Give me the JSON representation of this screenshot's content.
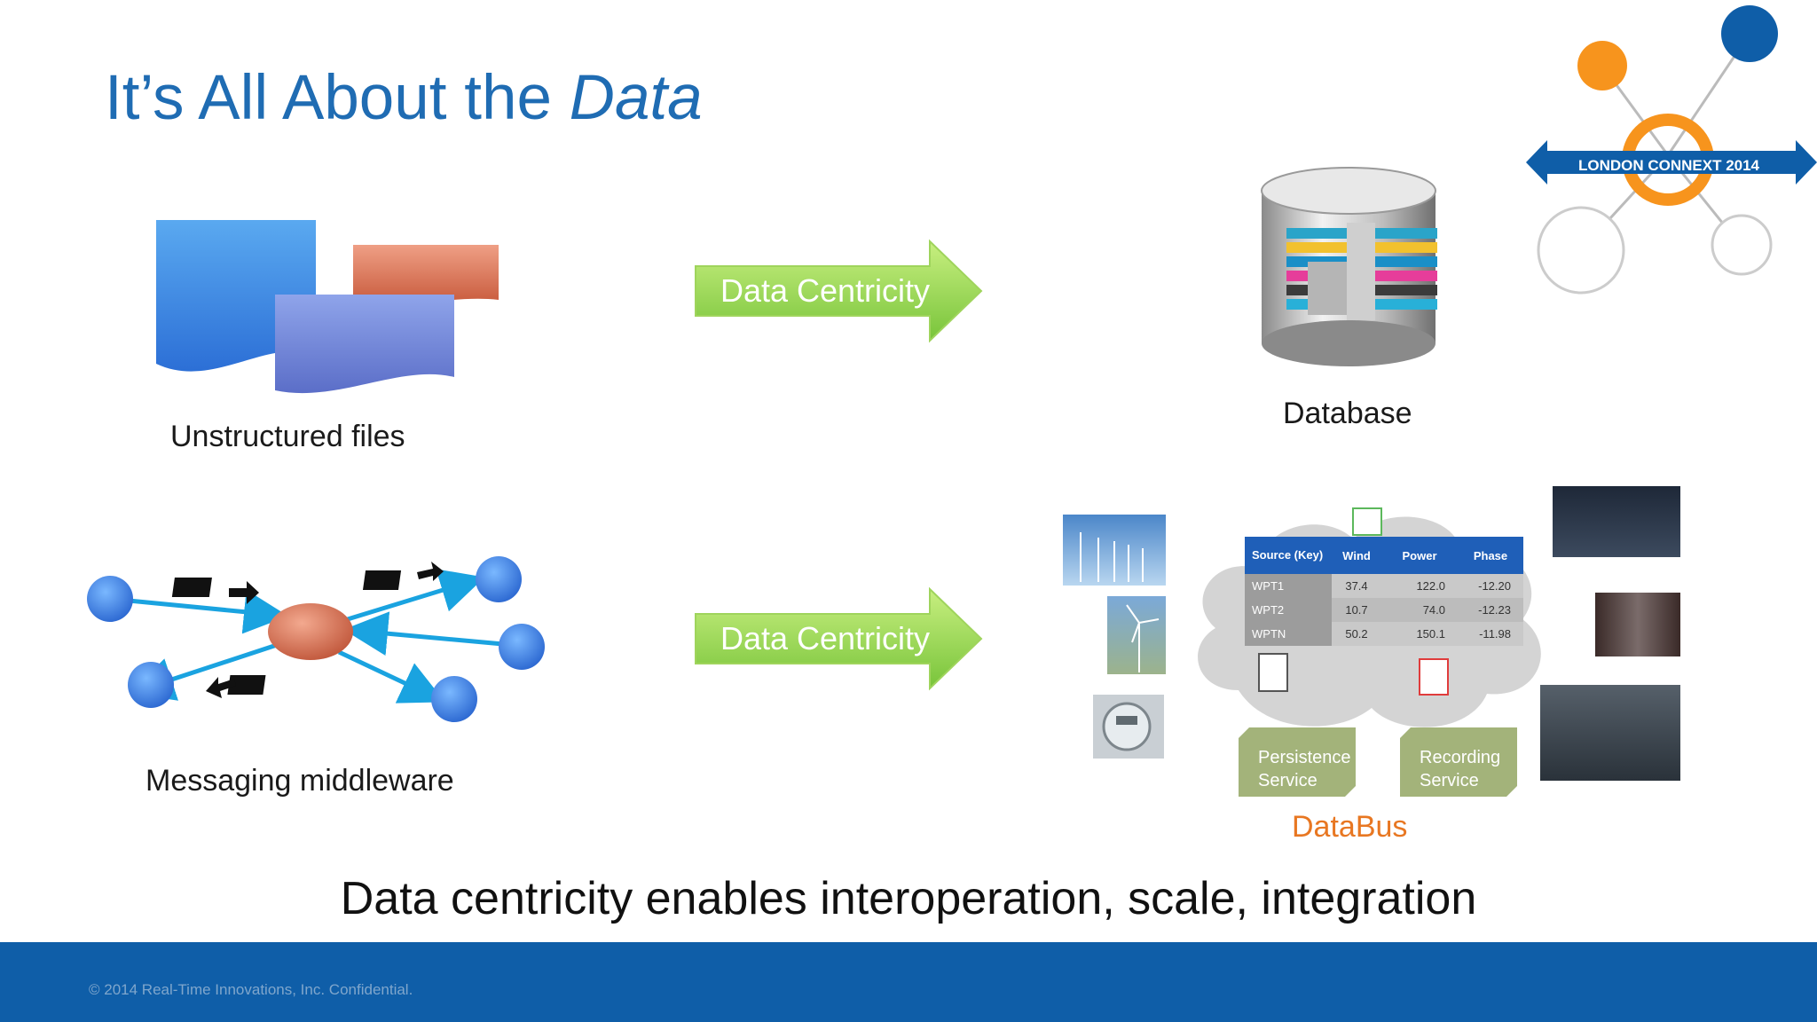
{
  "title": {
    "prefix": "It’s All About the ",
    "emphasis": "Data"
  },
  "logo": {
    "text": "LONDON CONNEXT 2014",
    "colors": {
      "orange": "#f7941d",
      "blue": "#0f5ea8"
    }
  },
  "unstructured_label": "Unstructured files",
  "database_label": "Database",
  "messaging_label": "Messaging middleware",
  "arrow_label_top": "Data Centricity",
  "arrow_label_bottom": "Data Centricity",
  "databus": {
    "label": "DataBus",
    "table": {
      "headers": [
        "Source (Key)",
        "Wind",
        "Power",
        "Phase"
      ],
      "rows": [
        [
          "WPT1",
          "37.4",
          "122.0",
          "-12.20"
        ],
        [
          "WPT2",
          "10.7",
          "74.0",
          "-12.23"
        ],
        [
          "WPTN",
          "50.2",
          "150.1",
          "-11.98"
        ]
      ]
    },
    "services": [
      "Persistence Service",
      "Recording Service"
    ],
    "service_lines": [
      [
        "Persistence",
        "Service"
      ],
      [
        "Recording",
        "Service"
      ]
    ]
  },
  "tagline": "Data centricity enables interoperation, scale, integration",
  "footer": {
    "copyright": "© 2014 Real-Time Innovations, Inc.  Confidential.",
    "color": "#0f5ea8"
  }
}
